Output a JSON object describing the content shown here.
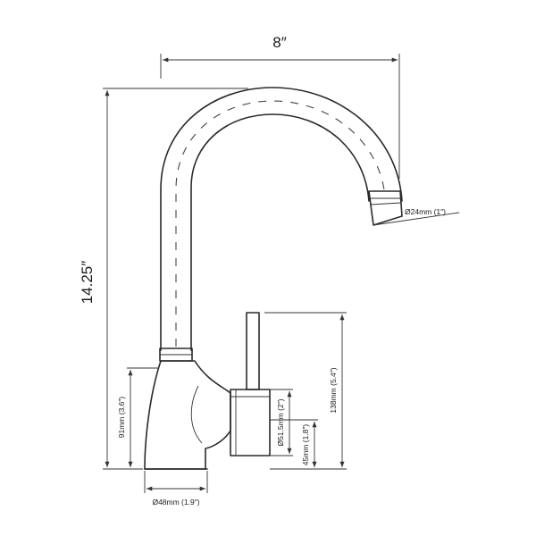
{
  "dimensions": {
    "width_label": "8″",
    "height_label": "14.25″",
    "spout_diameter": "Ø24mm (1″)",
    "handle_height": "138mm (5.4″)",
    "lever_offset": "91mm (3.6″)",
    "handle_diameter": "Ø51.5mm (2″)",
    "handle_base_height": "45mm (1.8″)",
    "base_diameter": "Ø48mm (1.9″)"
  },
  "colors": {
    "line": "#2a2a2a",
    "background": "#ffffff"
  }
}
